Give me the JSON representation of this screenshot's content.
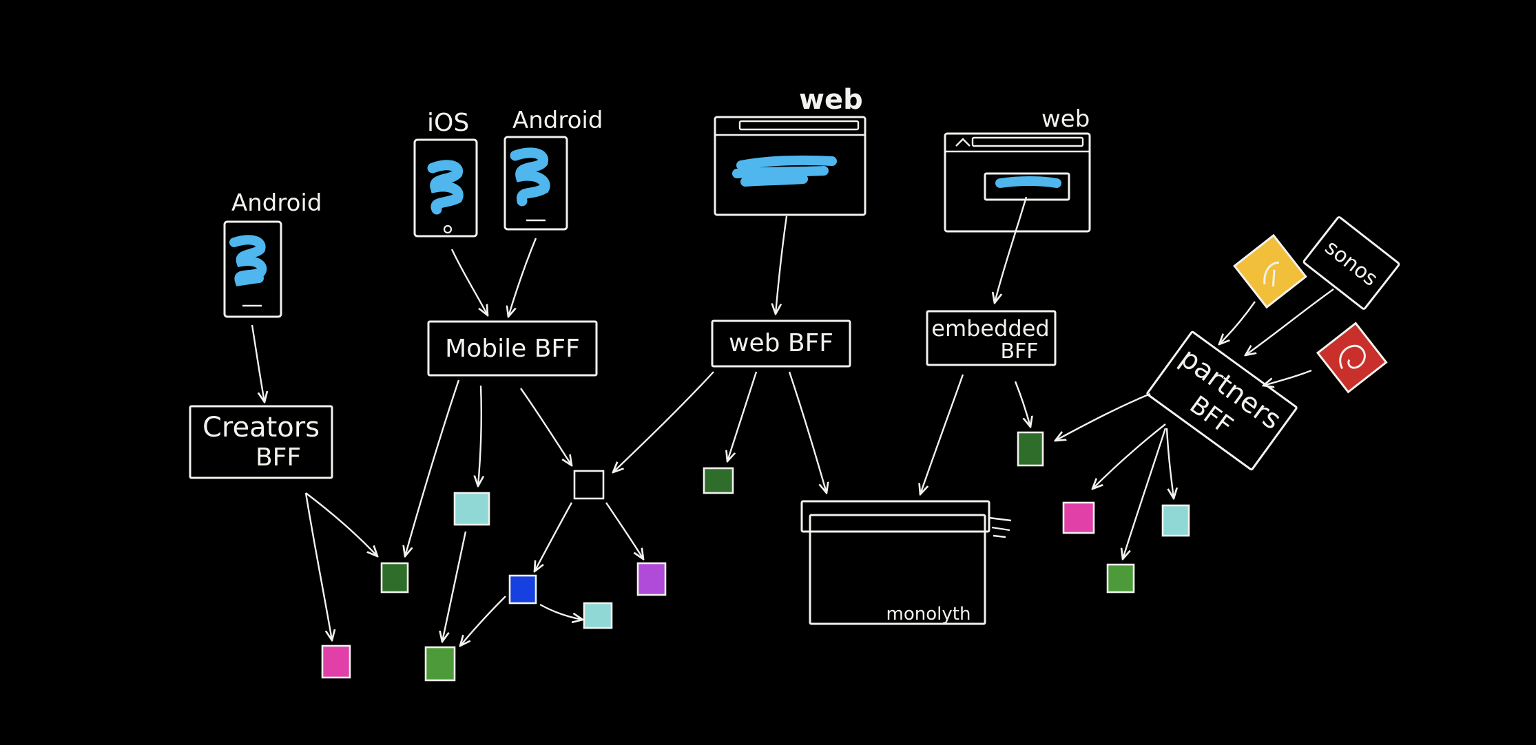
{
  "clients": {
    "android_left": "Android",
    "ios": "iOS",
    "android_mobile": "Android",
    "web_main": "web",
    "web_embedded": "web"
  },
  "bff": {
    "creators_line1": "Creators",
    "creators_line2": "BFF",
    "mobile": "Mobile BFF",
    "web": "web BFF",
    "embedded_line1": "embedded",
    "embedded_line2": "BFF",
    "partners_line1": "partners",
    "partners_line2": "BFF"
  },
  "partners": {
    "sonos": "sonos"
  },
  "monolith": {
    "label": "monolyth"
  },
  "colors": {
    "background": "#000000",
    "chalk": "#f2f2ee",
    "screen_blue": "#4fb6ee",
    "dark_green": "#2f6e2a",
    "green": "#4d9a3a",
    "magenta": "#e040a8",
    "violet": "#b04ad8",
    "cyan": "#8fd8d6",
    "blue": "#1640e0",
    "partner_yellow": "#f2bf3a",
    "partner_red": "#c9302c"
  },
  "services": [
    {
      "name": "creators-service-dark-green",
      "color": "dark_green"
    },
    {
      "name": "creators-service-magenta",
      "color": "magenta"
    },
    {
      "name": "mobile-service-cyan",
      "color": "cyan"
    },
    {
      "name": "mobile-service-green",
      "color": "green"
    },
    {
      "name": "shared-service-empty",
      "color": "none"
    },
    {
      "name": "shared-service-blue",
      "color": "blue"
    },
    {
      "name": "shared-service-violet",
      "color": "violet"
    },
    {
      "name": "shared-service-cyan",
      "color": "cyan"
    },
    {
      "name": "web-service-dark-green",
      "color": "dark_green"
    },
    {
      "name": "embedded-service-dark-green",
      "color": "dark_green"
    },
    {
      "name": "partners-service-magenta",
      "color": "magenta"
    },
    {
      "name": "partners-service-cyan",
      "color": "cyan"
    },
    {
      "name": "partners-service-green",
      "color": "green"
    }
  ]
}
